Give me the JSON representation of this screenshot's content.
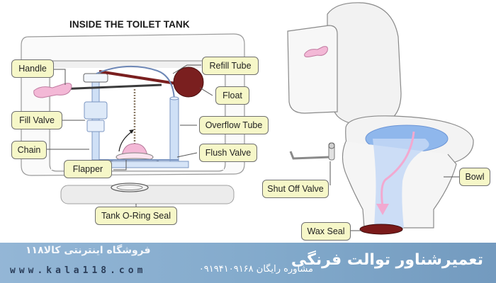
{
  "diagram": {
    "title": "INSIDE THE TOILET TANK",
    "labels": {
      "handle": "Handle",
      "fill_valve": "Fill Valve",
      "chain": "Chain",
      "flapper": "Flapper",
      "refill_tube": "Refill Tube",
      "float": "Float",
      "overflow_tube": "Overflow Tube",
      "flush_valve": "Flush Valve",
      "tank_oring_seal": "Tank O-Ring Seal",
      "shut_off_valve": "Shut Off Valve",
      "bowl": "Bowl",
      "wax_seal": "Wax Seal"
    },
    "colors": {
      "label_fill": "#f6f7c8",
      "handle": "#f3b8d6",
      "float": "#7a1f1f",
      "water_blue": "#8fb7ec",
      "arrow_pink": "#f2a9d0",
      "wax_seal": "#7a1a1a"
    }
  },
  "banner": {
    "store_name": "فروشگاه اینترنتی کالا۱۱۸",
    "title": "تعمیرشناور توالت فرنگی",
    "subtitle": "مشاوره رایگان ۰۹۱۹۴۱۰۹۱۶۸",
    "url": "www.kala118.com"
  }
}
